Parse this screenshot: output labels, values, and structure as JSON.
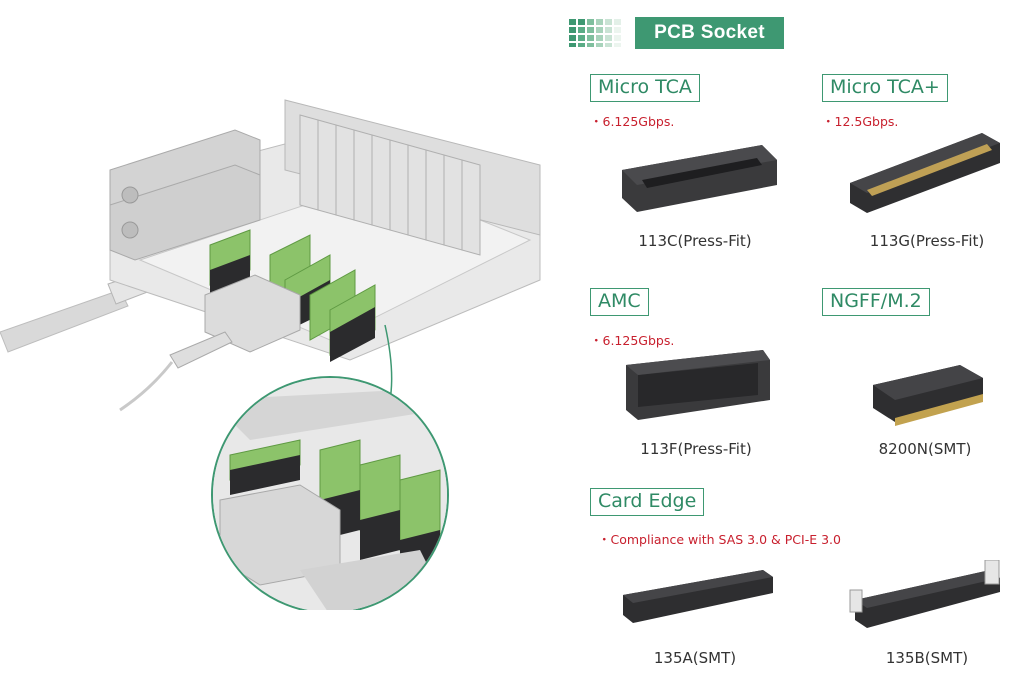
{
  "header": {
    "title": "PCB Socket",
    "brand_colors": [
      "#3e9872",
      "#7fbf9e",
      "#c9e3d4",
      "#ecf5ef"
    ]
  },
  "sections": [
    {
      "label": "Micro TCA",
      "note": "・6.125Gbps.",
      "products": [
        {
          "caption": "113C(Press-Fit)"
        }
      ]
    },
    {
      "label": "Micro TCA+",
      "note": "・12.5Gbps.",
      "products": [
        {
          "caption": "113G(Press-Fit)"
        }
      ]
    },
    {
      "label": "AMC",
      "note": "・6.125Gbps.",
      "products": [
        {
          "caption": "113F(Press-Fit)"
        }
      ]
    },
    {
      "label": "NGFF/M.2",
      "note": "",
      "products": [
        {
          "caption": "8200N(SMT)"
        }
      ]
    },
    {
      "label": "Card Edge",
      "note": "・Compliance with SAS 3.0 & PCI-E 3.0",
      "products": [
        {
          "caption": "135A(SMT)"
        },
        {
          "caption": "135B(SMT)"
        }
      ]
    }
  ],
  "colors": {
    "accent": "#3e9872",
    "note_red": "#c8202e",
    "connector_dark": "#2b2b2d",
    "board_green": "#8cc36a"
  }
}
